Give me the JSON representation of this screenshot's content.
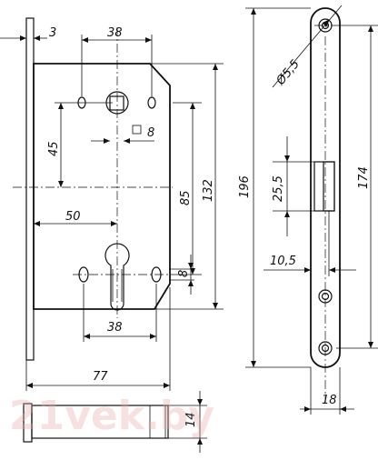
{
  "drawing": {
    "dimensions": {
      "faceplate_thickness": "3",
      "top_hole_spacing": "38",
      "square_spindle": "8",
      "backset_upper": "45",
      "center_distance": "85",
      "body_height": "132",
      "cylinder_backset": "50",
      "cylinder_hole_width": "8",
      "bottom_hole_spacing": "38",
      "total_depth": "77",
      "bolt_width": "14",
      "screw_hole_diameter": "Ø5,5",
      "faceplate_height": "196",
      "latch_window_height": "25,5",
      "fixing_distance": "174",
      "latch_offset": "10,5",
      "faceplate_width": "18"
    },
    "watermark": "21vek.by"
  }
}
